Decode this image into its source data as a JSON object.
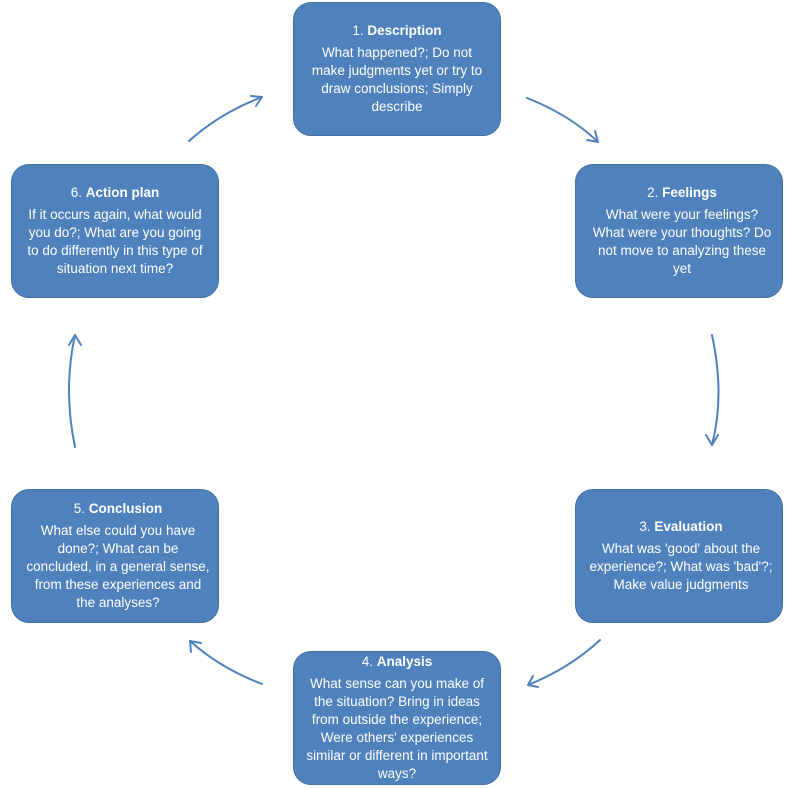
{
  "colors": {
    "box_fill": "#4f81bd",
    "box_text": "#ffffff",
    "arrow": "#4f81bd"
  },
  "steps": [
    {
      "number": "1.",
      "title": "Description",
      "text": "What happened?; Do not make judgments yet or try to draw conclusions; Simply describe"
    },
    {
      "number": "2.",
      "title": "Feelings",
      "text": "What were your feelings? What were your thoughts? Do not move to analyzing these yet"
    },
    {
      "number": "3.",
      "title": "Evaluation",
      "text": "What was 'good' about the experience?; What was 'bad'?; Make value judgments"
    },
    {
      "number": "4.",
      "title": "Analysis",
      "text": "What sense can you make of the situation? Bring in ideas from outside the experience; Were others' experiences similar or different in important ways?"
    },
    {
      "number": "5.",
      "title": "Conclusion",
      "text": "What else could you have done?; What can be concluded, in a general sense, from these experiences and the analyses?"
    },
    {
      "number": "6.",
      "title": "Action plan",
      "text": "If it occurs again, what would you do?; What are you going to do differently in this type of situation next time?"
    }
  ]
}
